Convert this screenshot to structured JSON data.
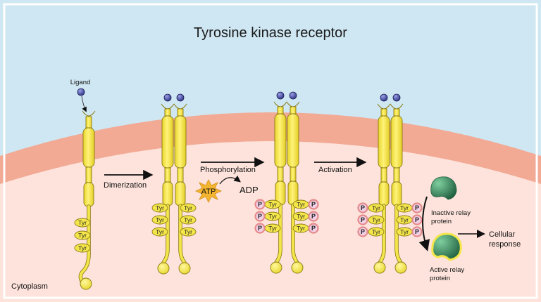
{
  "title": "Tyrosine kinase receptor",
  "labels": {
    "ligand": "Ligand",
    "dimerization": "Dimerization",
    "phosphorylation": "Phosphorylation",
    "activation": "Activation",
    "atp": "ATP",
    "adp": "ADP",
    "tyr": "Tyr",
    "p": "P",
    "inactive_relay_line1": "Inactive relay",
    "inactive_relay_line2": "protein",
    "active_relay_line1": "Active relay",
    "active_relay_line2": "protein",
    "cellular_line1": "Cellular",
    "cellular_line2": "response",
    "cytoplasm": "Cytoplasm"
  },
  "colors": {
    "extracellular": "#cfe7f2",
    "membrane": "#f2aa95",
    "cytoplasm": "#fde3db",
    "receptor": "#f4e64a",
    "receptor_stroke": "#8a7b12",
    "ligand": "#4a4fa6",
    "atp_star": "#f3b52f",
    "phosphate_ring": "#e58a8a",
    "relay_inactive": "#2f7a55",
    "relay_active_ring": "#f4e64a"
  }
}
